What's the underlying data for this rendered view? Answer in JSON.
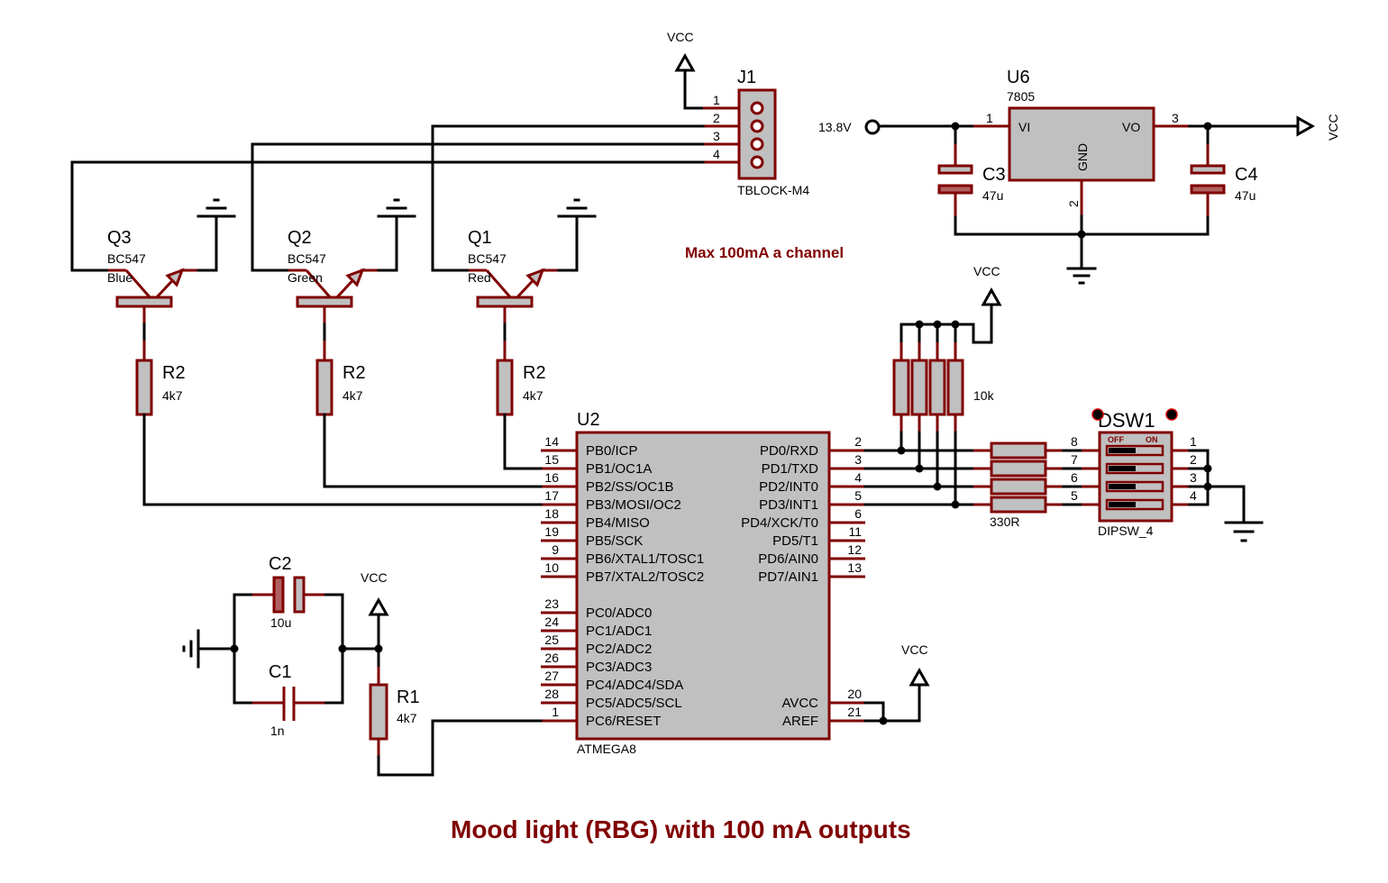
{
  "title": "Mood light (RBG) with 100 mA outputs",
  "note": "Max 100mA a channel",
  "colors": {
    "component": "#800000",
    "body_fill": "#c0c0c0",
    "wire": "#000000",
    "note": "#800000"
  },
  "power": {
    "vcc": "VCC",
    "input_voltage": "13.8V"
  },
  "j1": {
    "ref": "J1",
    "type": "TBLOCK-M4",
    "pins": [
      "1",
      "2",
      "3",
      "4"
    ]
  },
  "u6": {
    "ref": "U6",
    "type": "7805",
    "pin_vi": "VI",
    "pin_vo": "VO",
    "pin_gnd": "GND",
    "pin1": "1",
    "pin2": "2",
    "pin3": "3"
  },
  "c3": {
    "ref": "C3",
    "value": "47u"
  },
  "c4": {
    "ref": "C4",
    "value": "47u"
  },
  "transistors": [
    {
      "ref": "Q3",
      "type": "BC547",
      "color": "Blue"
    },
    {
      "ref": "Q2",
      "type": "BC547",
      "color": "Green"
    },
    {
      "ref": "Q1",
      "type": "BC547",
      "color": "Red"
    }
  ],
  "base_resistors": [
    {
      "ref": "R2",
      "value": "4k7"
    },
    {
      "ref": "R2",
      "value": "4k7"
    },
    {
      "ref": "R2",
      "value": "4k7"
    }
  ],
  "u2": {
    "ref": "U2",
    "type": "ATMEGA8",
    "left_pins": [
      {
        "num": "14",
        "name": "PB0/ICP"
      },
      {
        "num": "15",
        "name": "PB1/OC1A"
      },
      {
        "num": "16",
        "name": "PB2/SS/OC1B"
      },
      {
        "num": "17",
        "name": "PB3/MOSI/OC2"
      },
      {
        "num": "18",
        "name": "PB4/MISO"
      },
      {
        "num": "19",
        "name": "PB5/SCK"
      },
      {
        "num": "9",
        "name": "PB6/XTAL1/TOSC1"
      },
      {
        "num": "10",
        "name": "PB7/XTAL2/TOSC2"
      },
      {
        "num": "23",
        "name": "PC0/ADC0"
      },
      {
        "num": "24",
        "name": "PC1/ADC1"
      },
      {
        "num": "25",
        "name": "PC2/ADC2"
      },
      {
        "num": "26",
        "name": "PC3/ADC3"
      },
      {
        "num": "27",
        "name": "PC4/ADC4/SDA"
      },
      {
        "num": "28",
        "name": "PC5/ADC5/SCL"
      },
      {
        "num": "1",
        "name": "PC6/RESET"
      }
    ],
    "right_pins": [
      {
        "num": "2",
        "name": "PD0/RXD"
      },
      {
        "num": "3",
        "name": "PD1/TXD"
      },
      {
        "num": "4",
        "name": "PD2/INT0"
      },
      {
        "num": "5",
        "name": "PD3/INT1"
      },
      {
        "num": "6",
        "name": "PD4/XCK/T0"
      },
      {
        "num": "11",
        "name": "PD5/T1"
      },
      {
        "num": "12",
        "name": "PD6/AIN0"
      },
      {
        "num": "13",
        "name": "PD7/AIN1"
      },
      {
        "num": "20",
        "name": "AVCC"
      },
      {
        "num": "21",
        "name": "AREF"
      }
    ]
  },
  "pullups": {
    "value": "10k"
  },
  "series_resistors": {
    "value": "330R"
  },
  "dsw1": {
    "ref": "DSW1",
    "type": "DIPSW_4",
    "off": "OFF",
    "on": "ON",
    "left_pins": [
      "8",
      "7",
      "6",
      "5"
    ],
    "right_pins": [
      "1",
      "2",
      "3",
      "4"
    ]
  },
  "c2": {
    "ref": "C2",
    "value": "10u"
  },
  "c1": {
    "ref": "C1",
    "value": "1n"
  },
  "r1": {
    "ref": "R1",
    "value": "4k7"
  }
}
